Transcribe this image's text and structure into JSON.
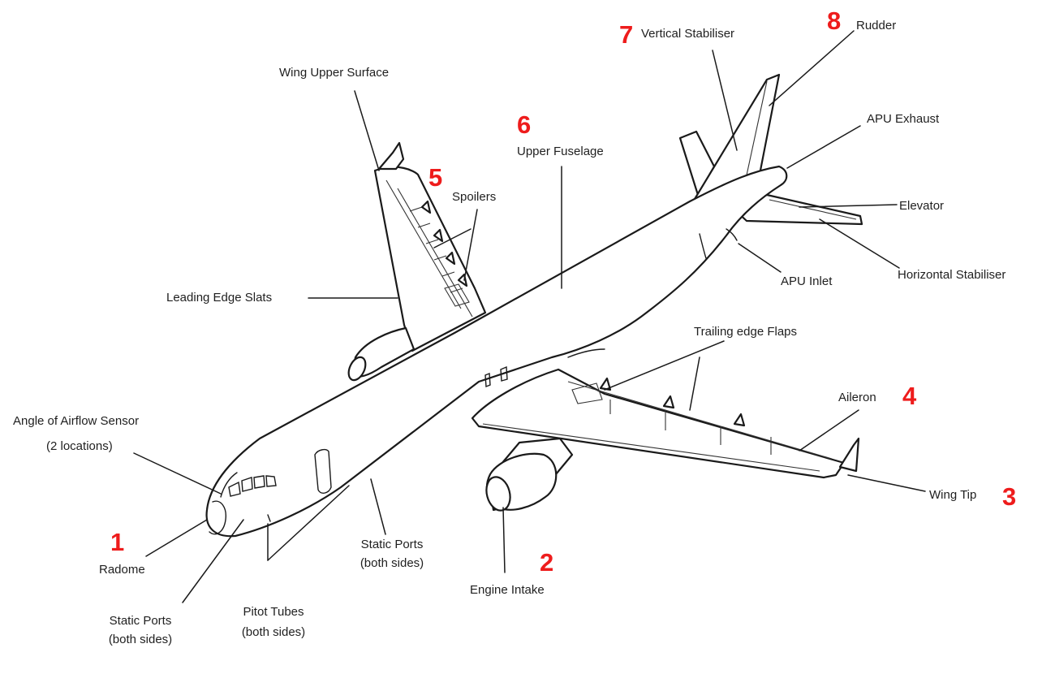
{
  "diagram": {
    "labels": {
      "wing_upper_surface": "Wing Upper Surface",
      "vertical_stabiliser": "Vertical Stabiliser",
      "rudder": "Rudder",
      "apu_exhaust": "APU Exhaust",
      "elevator": "Elevator",
      "horizontal_stabiliser": "Horizontal Stabiliser",
      "apu_inlet": "APU Inlet",
      "upper_fuselage": "Upper Fuselage",
      "spoilers": "Spoilers",
      "leading_edge_slats": "Leading Edge Slats",
      "trailing_edge_flaps": "Trailing edge Flaps",
      "aileron": "Aileron",
      "wing_tip": "Wing Tip",
      "angle_of_airflow_sensor": "Angle of Airflow Sensor",
      "angle_of_airflow_sensor_note": "(2 locations)",
      "radome": "Radome",
      "static_ports_nose": "Static Ports",
      "static_ports_nose_note": "(both sides)",
      "pitot_tubes": "Pitot Tubes",
      "pitot_tubes_note": "(both sides)",
      "static_ports_fuselage": "Static Ports",
      "static_ports_fuselage_note": "(both sides)",
      "engine_intake": "Engine Intake"
    },
    "numbers": {
      "radome": "1",
      "engine_intake": "2",
      "wing_tip": "3",
      "aileron": "4",
      "spoilers": "5",
      "upper_fuselage": "6",
      "vertical_stabiliser": "7",
      "rudder": "8"
    },
    "colors": {
      "number_marker": "#ee1c1c",
      "line_art": "#1a1a1a",
      "background": "#ffffff"
    }
  }
}
